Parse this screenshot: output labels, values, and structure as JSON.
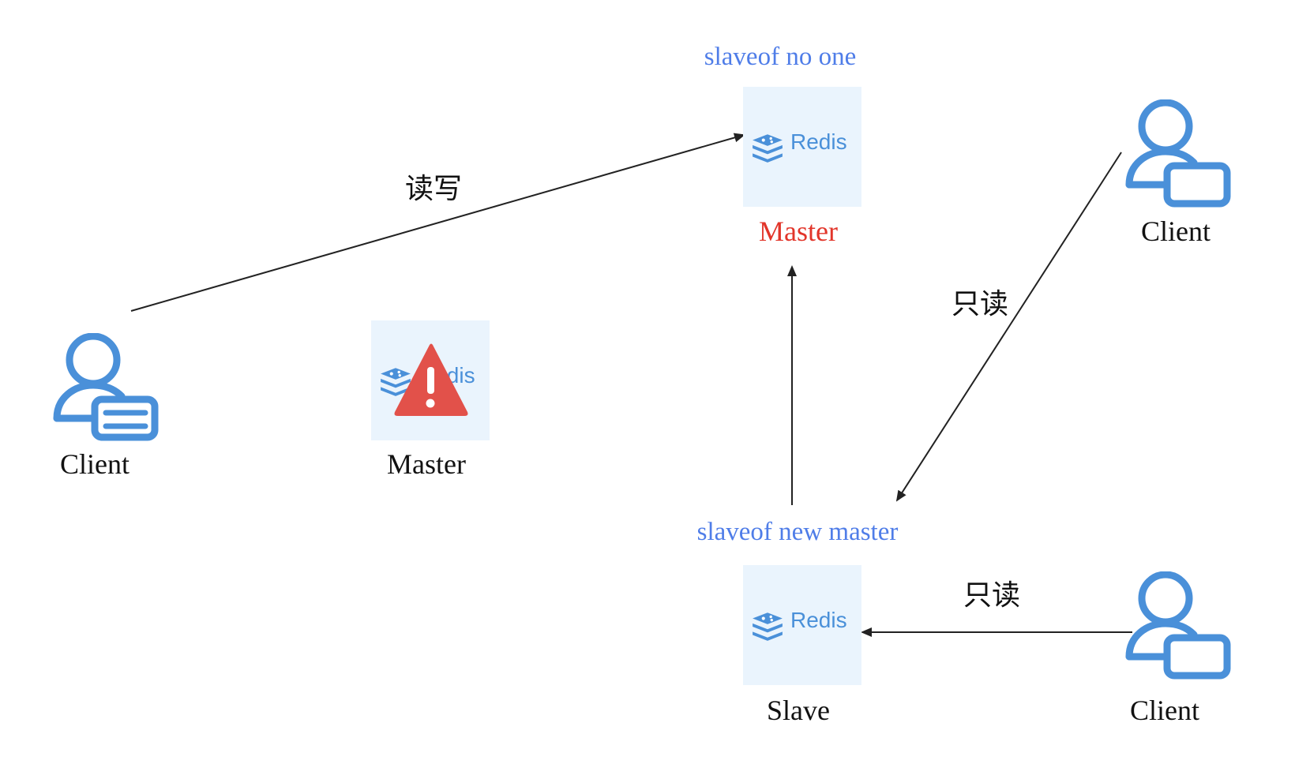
{
  "colors": {
    "accent_blue": "#4f7de8",
    "icon_blue": "#4a90d9",
    "logo_bg": "#eaf4fd",
    "master_red": "#e2352a",
    "warning_red": "#e2514a",
    "text_black": "#111111",
    "line_black": "#222222"
  },
  "nodes": {
    "client_left": {
      "label": "Client",
      "icon": "user-computer-icon"
    },
    "failed_master": {
      "label": "Master",
      "logo_text": "Redis",
      "icon": "warning-triangle-icon",
      "status": "failed"
    },
    "new_master": {
      "label": "Master",
      "logo_text": "Redis",
      "command": "slaveof no one"
    },
    "client_top_right": {
      "label": "Client",
      "icon": "user-computer-icon"
    },
    "slave": {
      "label": "Slave",
      "logo_text": "Redis",
      "command": "slaveof new master"
    },
    "client_bottom_right": {
      "label": "Client",
      "icon": "user-computer-icon"
    }
  },
  "edges": [
    {
      "from": "client_left",
      "to": "new_master",
      "label": "读写"
    },
    {
      "from": "client_top_right",
      "to": "slave",
      "label": "只读"
    },
    {
      "from": "client_bottom_right",
      "to": "slave",
      "label": "只读"
    },
    {
      "from": "slave",
      "to": "new_master",
      "label": ""
    }
  ]
}
